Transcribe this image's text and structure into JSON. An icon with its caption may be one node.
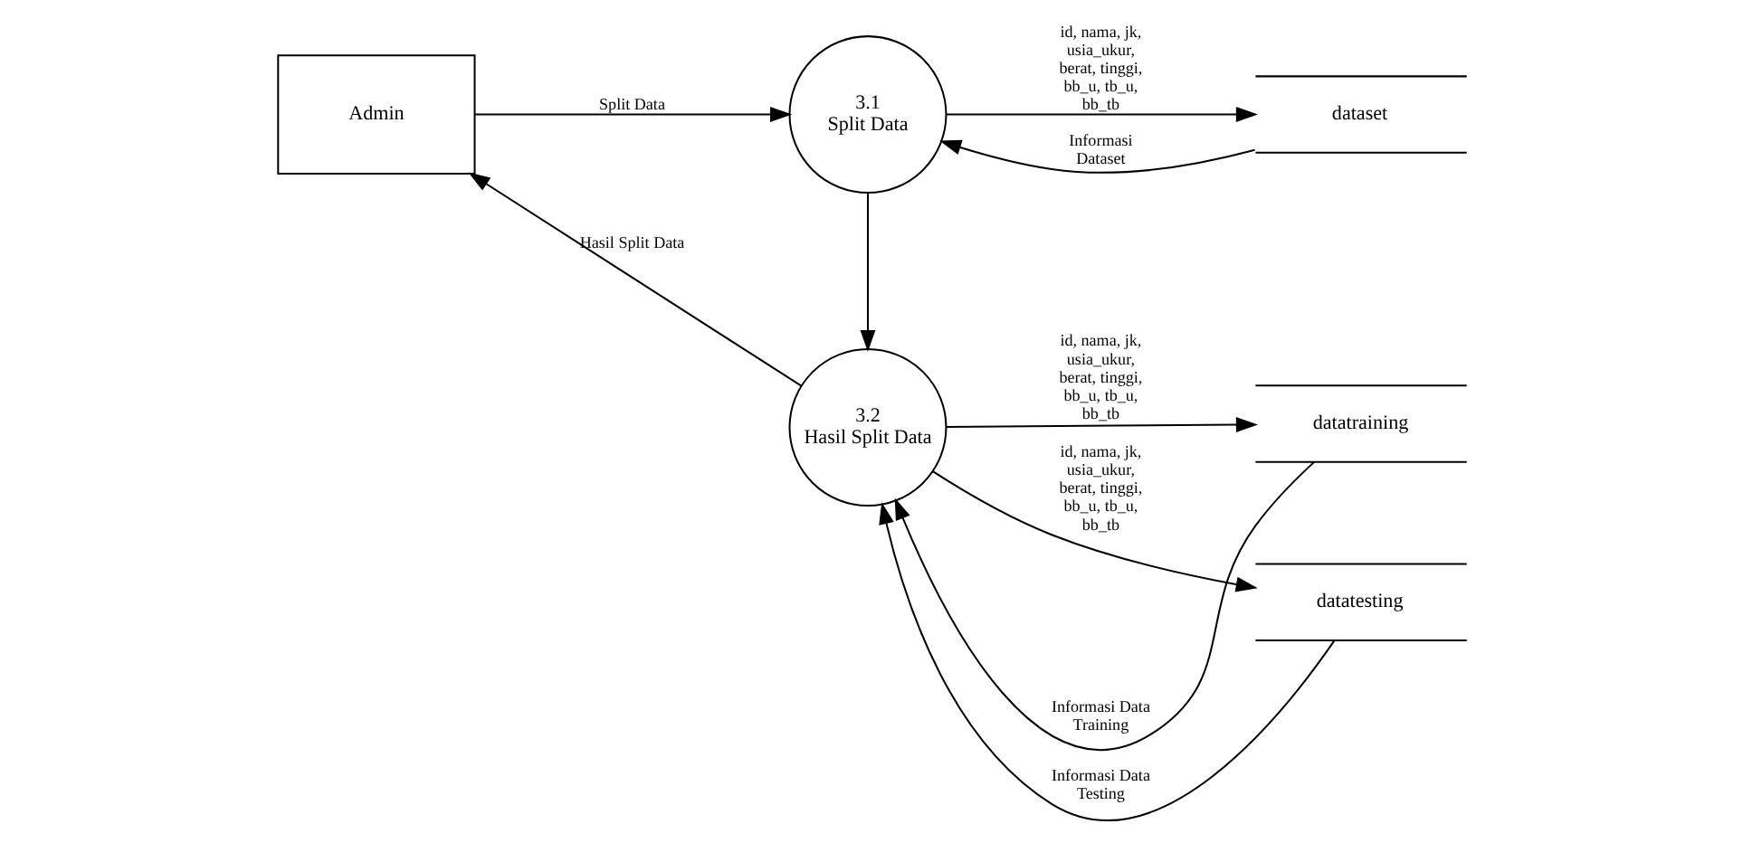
{
  "diagram": {
    "nodes": [
      {
        "text": [
          "Admin"
        ]
      },
      {
        "text": [
          "3.1",
          "Split Data"
        ]
      },
      {
        "text": [
          "3.2",
          "Hasil Split Data"
        ]
      },
      {
        "text": [
          "dataset"
        ]
      },
      {
        "text": [
          "datatraining"
        ]
      },
      {
        "text": [
          "datatesting"
        ]
      }
    ],
    "edges": [
      {
        "from": 0,
        "to": 1,
        "arrow": "to",
        "label": "Split Data"
      },
      {
        "from": 1,
        "to": 3,
        "arrow": "to",
        "label": "id, nama, jk, usia_ukur, berat, tinggi, bb_u, tb_u, bb_tb"
      },
      {
        "from": 3,
        "to": 1,
        "arrow": "to",
        "label": "Informasi Dataset"
      },
      {
        "from": 1,
        "to": 2,
        "arrow": "to"
      },
      {
        "from": 2,
        "to": 0,
        "arrow": "to",
        "label": "Hasil Split Data"
      },
      {
        "from": 2,
        "to": 4,
        "arrow": "to",
        "label": "id, nama, jk, usia_ukur, berat, tinggi, bb_u, tb_u, bb_tb"
      },
      {
        "from": 4,
        "to": 2,
        "arrow": "to",
        "label": "Informasi Data Training"
      },
      {
        "from": 2,
        "to": 5,
        "arrow": "to",
        "label": "id, nama, jk, usia_ukur, berat, tinggi, bb_u, tb_u, bb_tb"
      },
      {
        "from": 5,
        "to": 2,
        "arrow": "to",
        "label": "Informasi Data Testing"
      }
    ]
  }
}
